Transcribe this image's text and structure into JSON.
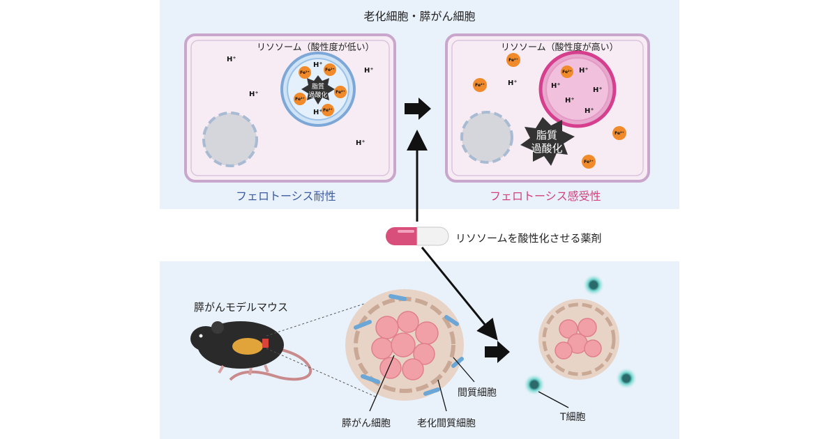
{
  "top_section": {
    "title": "老化細胞・膵がん細胞",
    "left_cell": {
      "lysosome_label": "リソソーム（酸性度が低い）",
      "lipid_peroxidation": [
        "脂質",
        "過酸化"
      ],
      "resistance_label": "フェロトーシス耐性"
    },
    "right_cell": {
      "lysosome_label": "リソソーム（酸性度が高い）",
      "lipid_peroxidation": [
        "脂質",
        "過酸化"
      ],
      "sensitivity_label": "フェロトーシス感受性"
    },
    "proton_label": "H⁺",
    "iron_label": "Fe²⁺"
  },
  "drug": {
    "label": "リソソームを酸性化させる薬剤"
  },
  "bottom_section": {
    "mouse_label": "膵がんモデルマウス",
    "stromal_label": "間質細胞",
    "pdac_label": "膵がん細胞",
    "senescent_stromal_label": "老化間質細胞",
    "tcell_label": "T細胞"
  },
  "colors": {
    "panel_bg": "#e9f1fa",
    "cell_fill": "#f7ecf4",
    "cell_border": "#c9a7cd",
    "lysosome_low_acid": "#9cc1e6",
    "lysosome_high_acid": "#d63f8e",
    "iron": "#f08a2a",
    "resistance_text": "#3b5aa0",
    "sensitivity_text": "#d2417a",
    "tumor_cell": "#f1a0a8",
    "stroma": "#d8b8a6",
    "tcell": "#4fc6c0",
    "pill_pink": "#d94f7c"
  }
}
